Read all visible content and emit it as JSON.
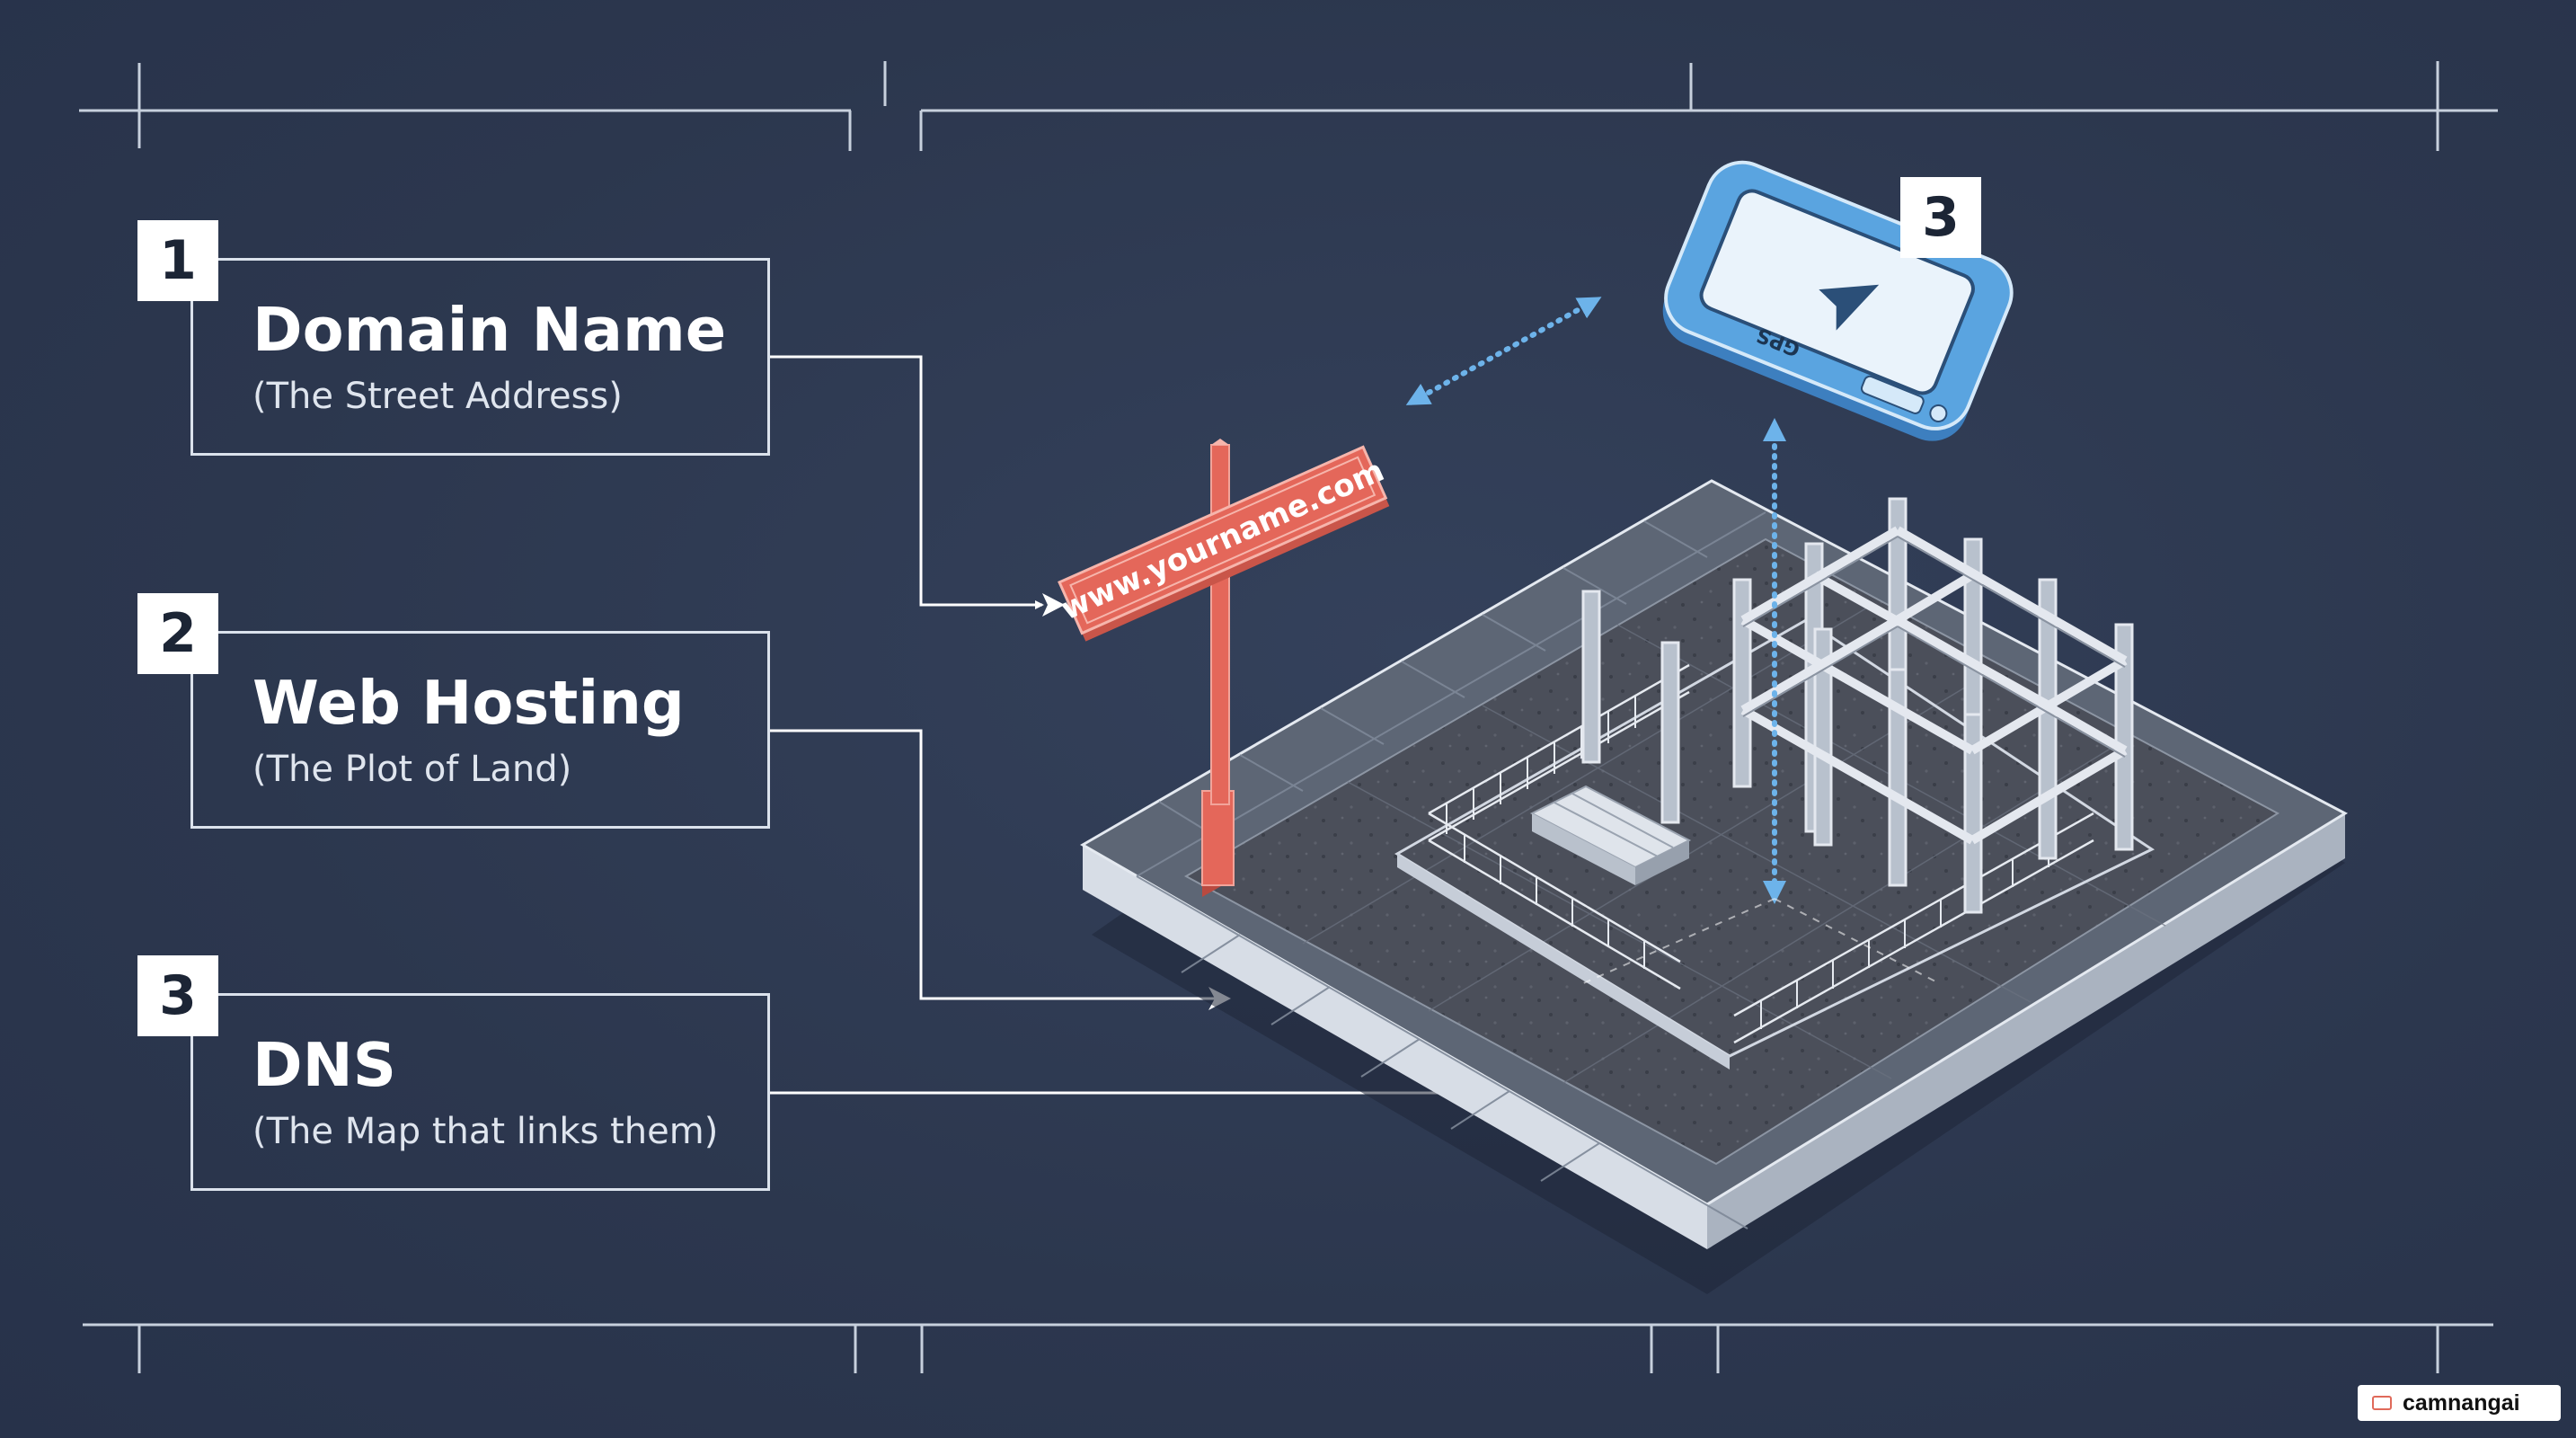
{
  "items": [
    {
      "number": "1",
      "title": "Domain Name",
      "subtitle": "(The Street Address)"
    },
    {
      "number": "2",
      "title": "Web Hosting",
      "subtitle": "(The Plot of Land)"
    },
    {
      "number": "3",
      "title": "DNS",
      "subtitle": "(The Map that links them)"
    }
  ],
  "sign": {
    "text": "www.yourname.com"
  },
  "gps": {
    "label": "GPS",
    "badge": "3"
  },
  "watermark": {
    "text": "camnangai"
  },
  "colors": {
    "background": "#2e3a52",
    "line": "#dbe2ec",
    "sign_red": "#e4675a",
    "gps_blue": "#4e9ad8",
    "plot_dark": "#4a4f5c"
  }
}
